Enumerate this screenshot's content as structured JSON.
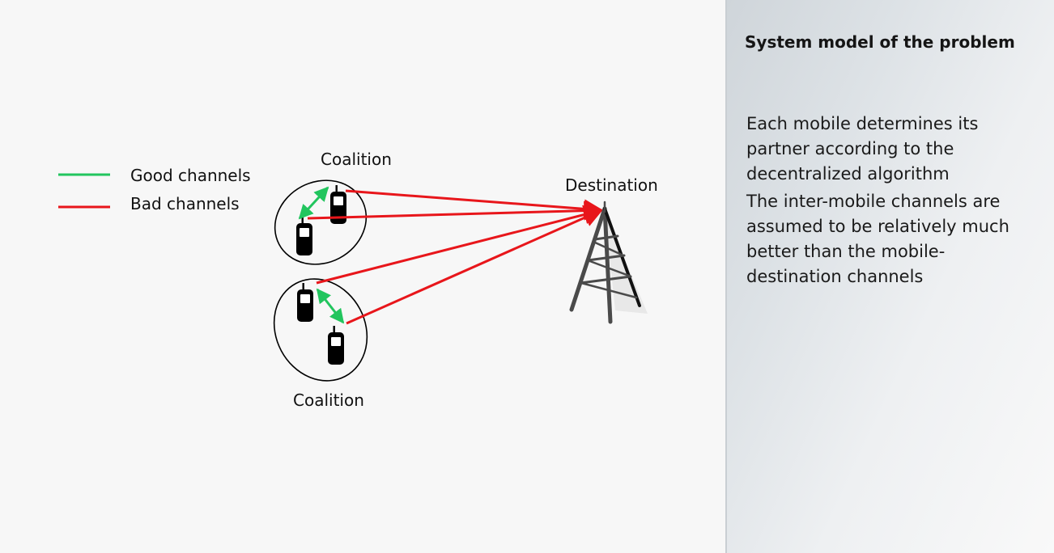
{
  "legend": {
    "items": [
      {
        "label": "Good channels",
        "color": "#22c55e"
      },
      {
        "label": "Bad channels",
        "color": "#e8161b"
      }
    ]
  },
  "diagram": {
    "coalition_top_label": "Coalition",
    "coalition_bottom_label": "Coalition",
    "destination_label": "Destination",
    "good_color": "#22c55e",
    "bad_color": "#e8161b",
    "icons": [
      "mobile-phone-icon",
      "cell-tower-icon"
    ]
  },
  "panel": {
    "title": "System model of the problem",
    "paragraph_1": "Each mobile determines its partner according to the decentralized algorithm",
    "paragraph_2": "The inter-mobile channels are assumed to be relatively much better than the mobile-destination channels"
  }
}
